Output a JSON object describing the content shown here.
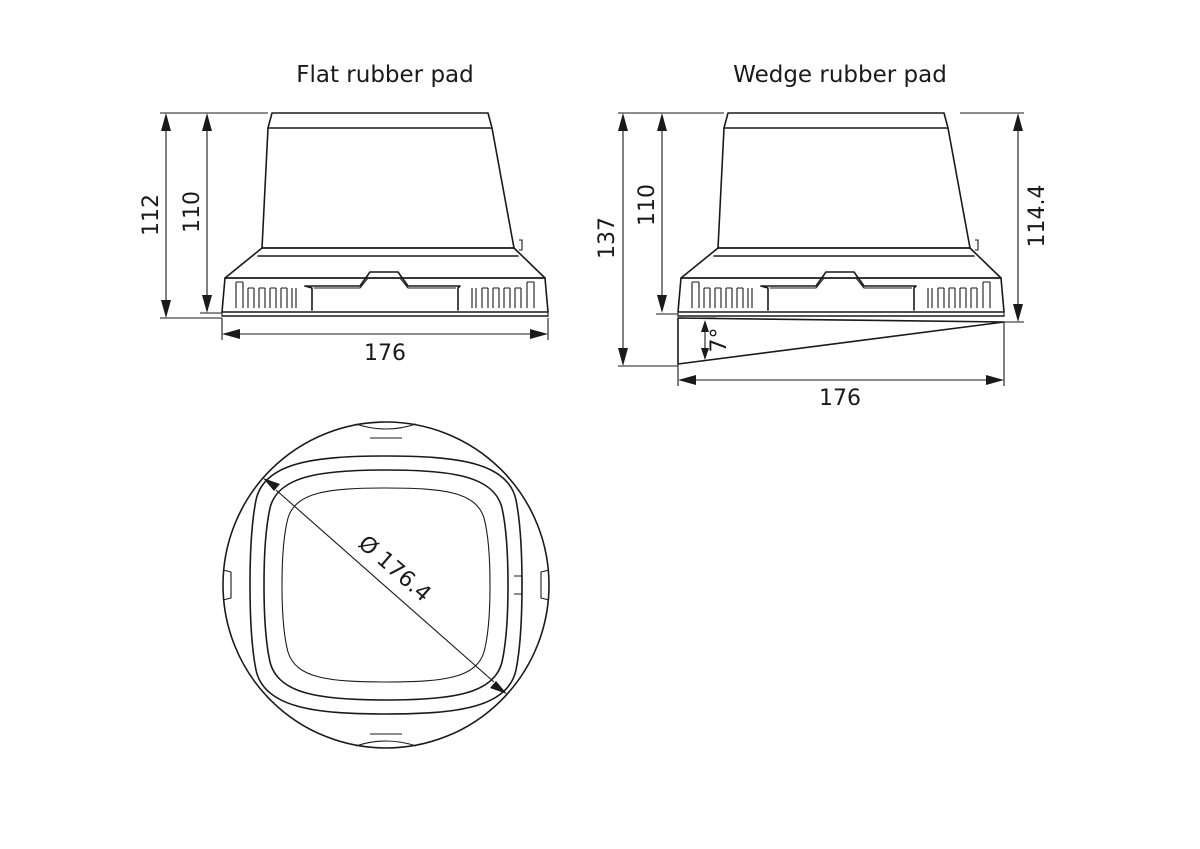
{
  "views": {
    "flat": {
      "title": "Flat rubber pad",
      "height_outer": "112",
      "height_inner": "110",
      "width": "176"
    },
    "wedge": {
      "title": "Wedge rubber pad",
      "height_total": "137",
      "height_inner": "110",
      "height_right": "114.4",
      "angle": "7°",
      "width": "176"
    },
    "top": {
      "diameter": "Ø 176.4"
    }
  },
  "colors": {
    "line": "#1a1a1a",
    "background": "#ffffff"
  }
}
